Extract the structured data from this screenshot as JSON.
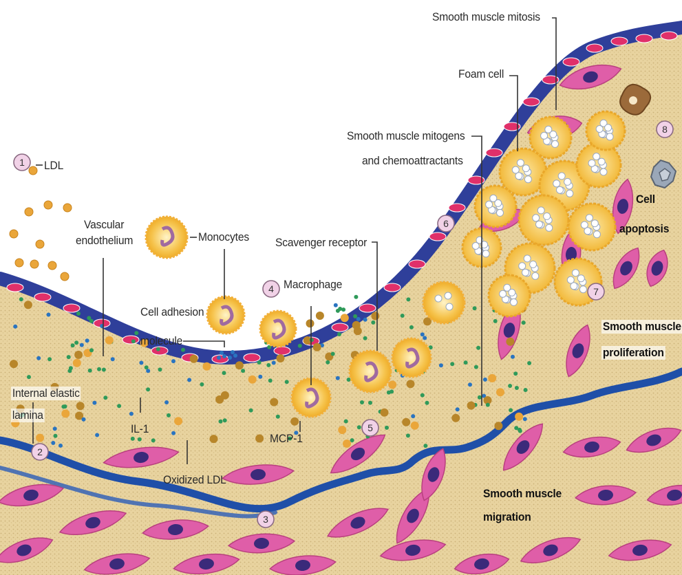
{
  "labels": {
    "ldl": "LDL",
    "vascular_endothelium_1": "Vascular",
    "vascular_endothelium_2": "endothelium",
    "monocytes": "Monocytes",
    "cell_adhesion_1": "Cell adhesion",
    "cell_adhesion_2": "molecule",
    "macrophage": "Macrophage",
    "scavenger_receptor": "Scavenger receptor",
    "internal_elastic_1": "Internal elastic",
    "internal_elastic_2": "lamina",
    "il1": "IL-1",
    "oxidized_ldl": "Oxidized LDL",
    "mcp1": "MCP-1",
    "sm_mitogens_1": "Smooth muscle mitogens",
    "sm_mitogens_2": "and chemoattractants",
    "foam_cell": "Foam cell",
    "sm_mitosis": "Smooth muscle mitosis",
    "cell_apoptosis_1": "Cell",
    "cell_apoptosis_2": "apoptosis",
    "sm_proliferation_1": "Smooth muscle",
    "sm_proliferation_2": "proliferation",
    "sm_migration_1": "Smooth muscle",
    "sm_migration_2": "migration"
  },
  "steps": [
    "1",
    "2",
    "3",
    "4",
    "5",
    "6",
    "7",
    "8"
  ],
  "colors": {
    "tissue": "#e6d09a",
    "endothelium": "#2f3f9a",
    "endothelium_nucleus": "#e0306a",
    "smooth_muscle": "#df5ea8",
    "smooth_muscle_nucleus": "#3b2a7a",
    "elastic_lamina": "#1f4fa8",
    "ldl": "#eaa63a",
    "oxidized_ldl": "#b8862a",
    "mcp1": "#2f9a5a",
    "scavenger": "#2a74c0",
    "foam_cell": "#f5c85a",
    "step_badge": "#f1d2e7"
  }
}
